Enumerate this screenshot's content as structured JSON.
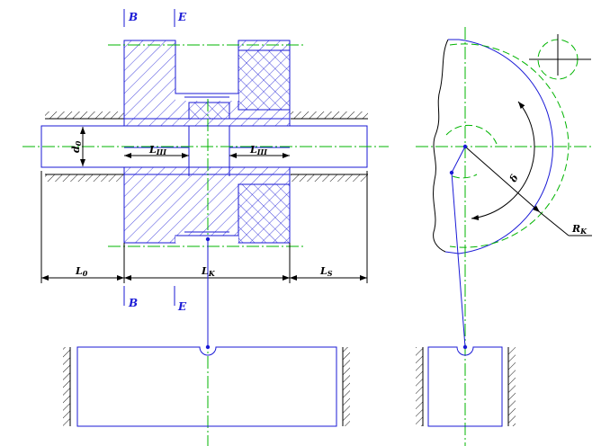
{
  "labels": {
    "section_b_top": "B",
    "section_e_top": "E",
    "section_b_bottom": "B",
    "section_e_bottom": "E",
    "d0": "d",
    "d0_sub": "0",
    "l3_left": "L",
    "l3_left_sub": "III",
    "l3_right": "L",
    "l3_right_sub": "III",
    "l0": "L",
    "l0_sub": "0",
    "lk": "L",
    "lk_sub": "K",
    "ls": "L",
    "ls_sub": "S",
    "delta": "δ",
    "rk": "R",
    "rk_sub": "K"
  },
  "colors": {
    "outline": "#000000",
    "blue": "#1a1ad6",
    "green": "#00b400"
  }
}
